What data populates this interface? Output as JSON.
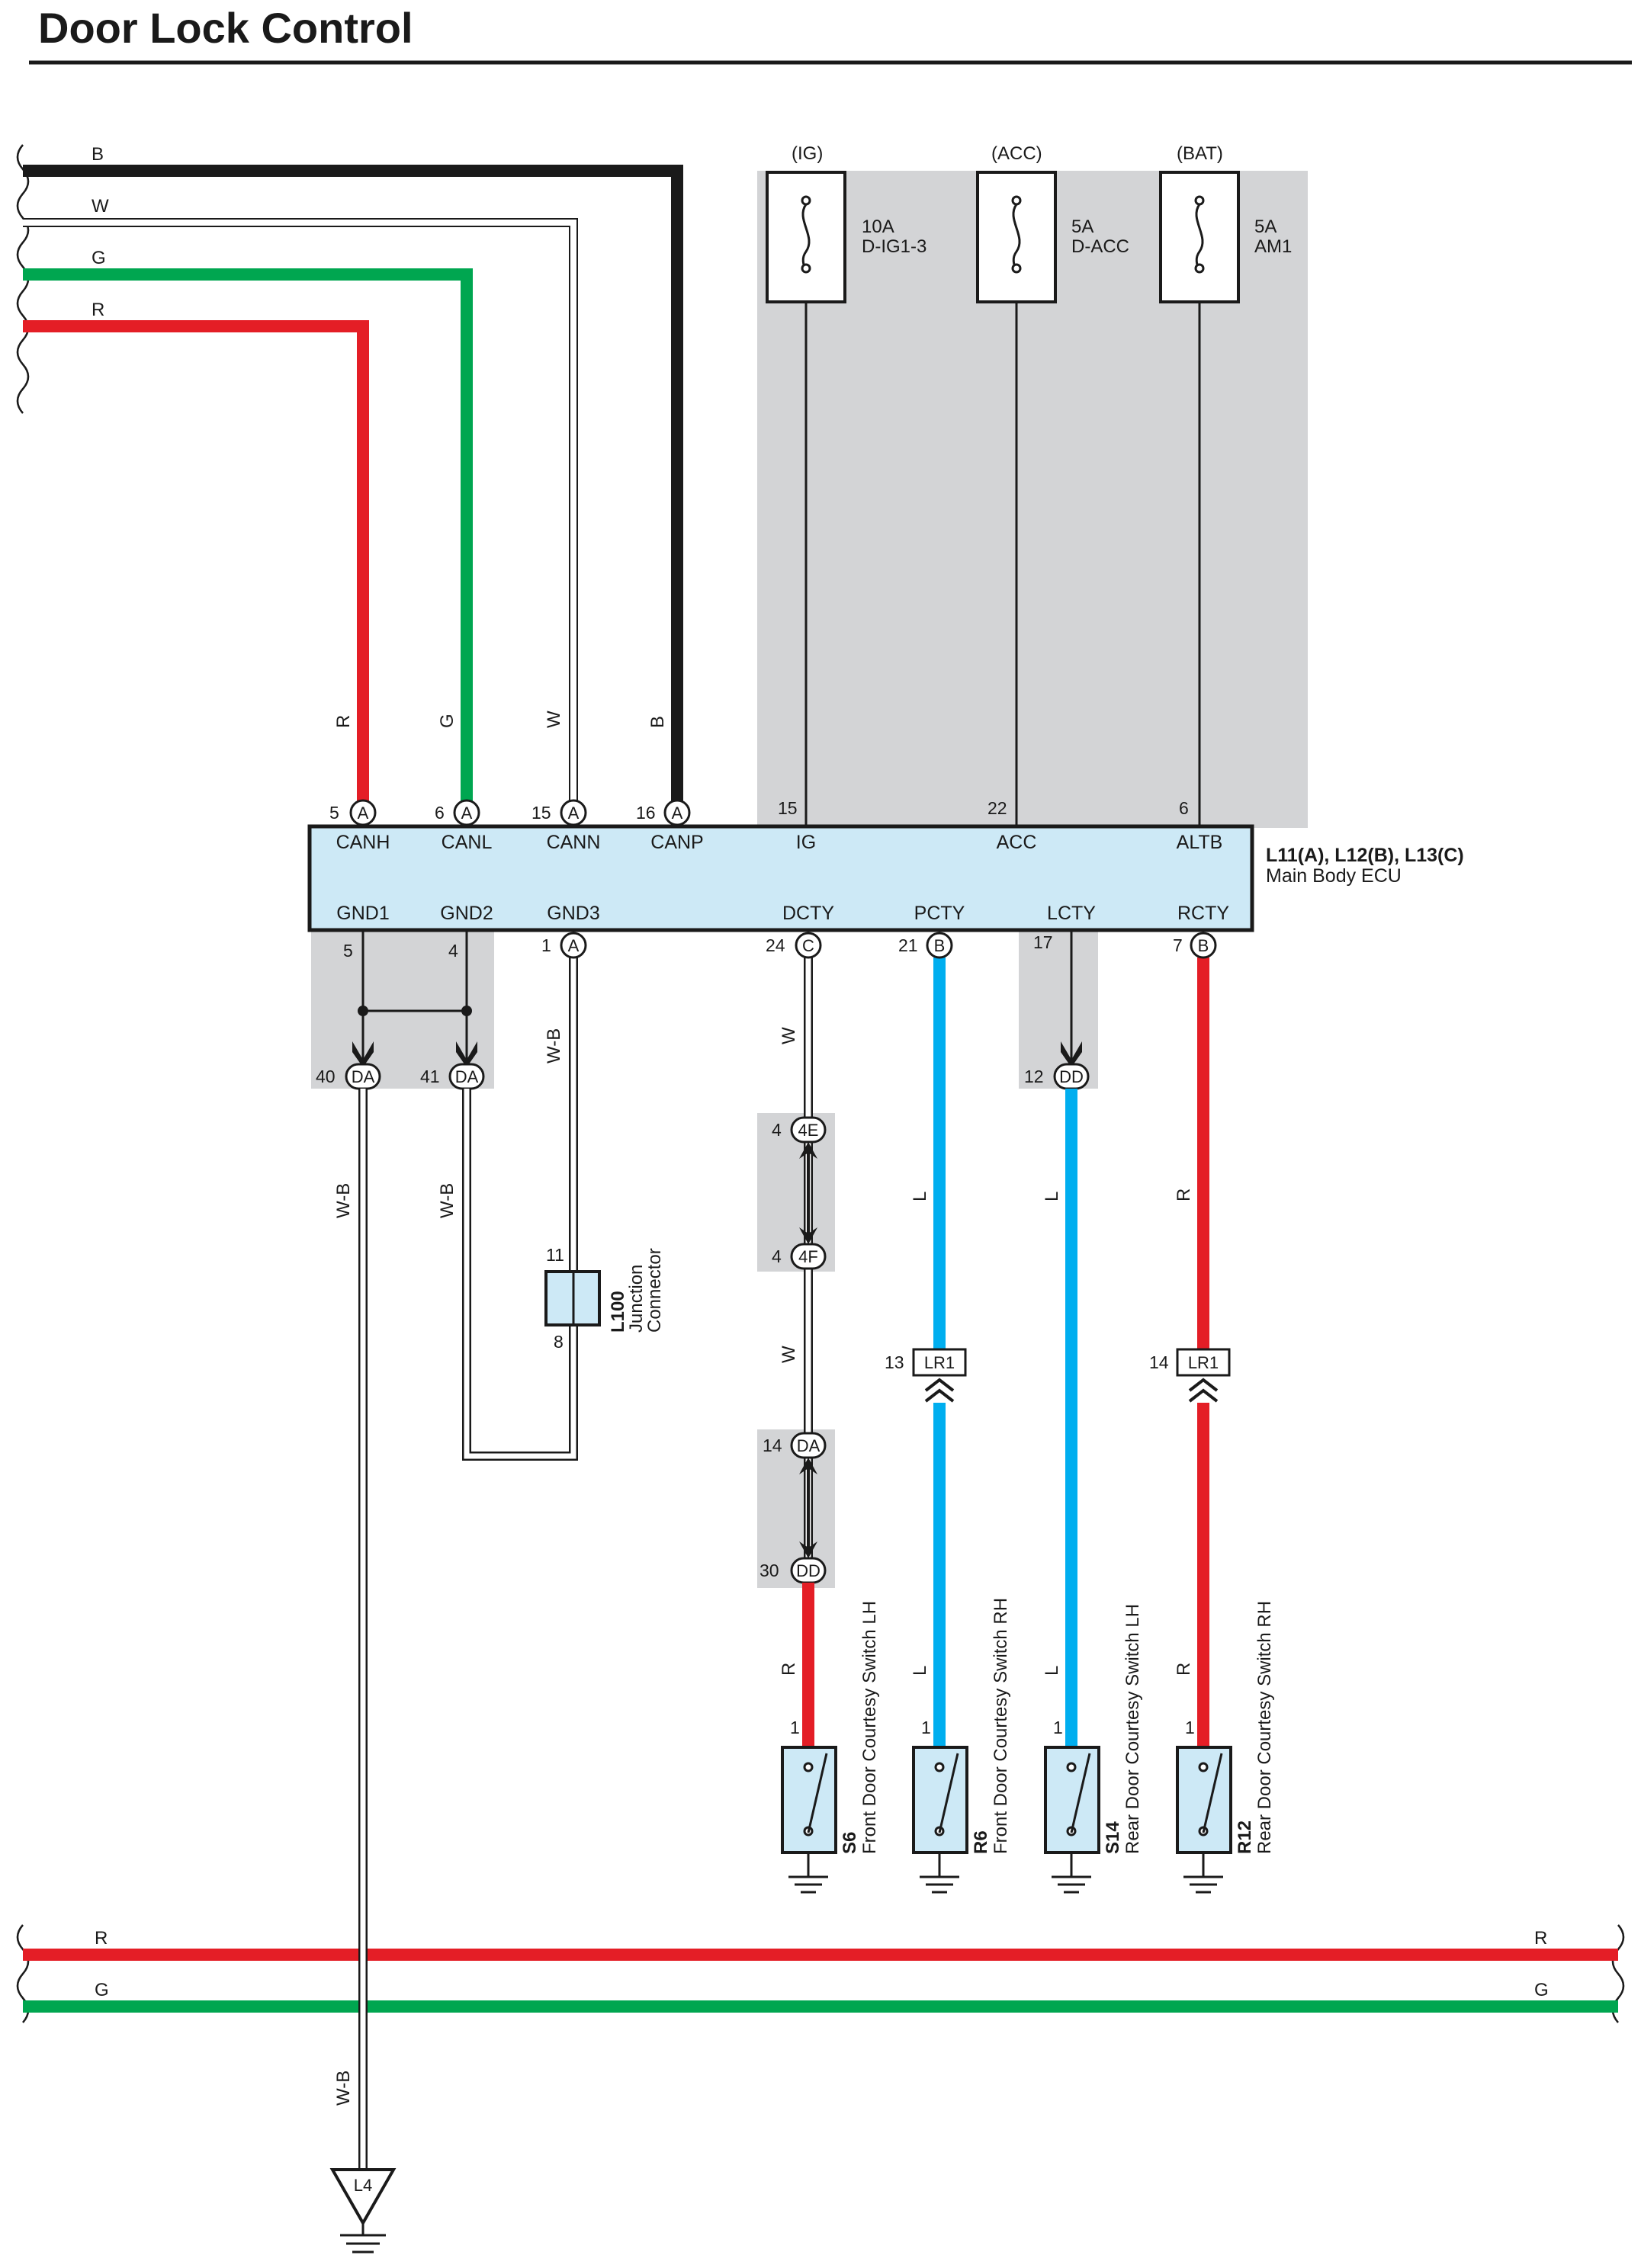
{
  "title": "Door Lock Control",
  "ecu": {
    "label": "L11(A), L12(B), L13(C)",
    "name": "Main Body ECU",
    "top_terminals": [
      "CANH",
      "CANL",
      "CANN",
      "CANP",
      "IG",
      "ACC",
      "ALTB"
    ],
    "bottom_terminals": [
      "GND1",
      "GND2",
      "GND3",
      "DCTY",
      "PCTY",
      "LCTY",
      "RCTY"
    ]
  },
  "pins": {
    "canh": "5",
    "canl": "6",
    "cann": "15",
    "canp": "16",
    "ig": "15",
    "acc": "22",
    "altb": "6",
    "gnd1": "5",
    "gnd2": "4",
    "gnd3": "1",
    "dcty": "24",
    "pcty": "21",
    "lcty": "17",
    "rcty": "7",
    "da40": "40",
    "da41": "41",
    "dd12": "12",
    "e4": "4",
    "f4": "4",
    "da14": "14",
    "dd30": "30",
    "lr1_13": "13",
    "lr1_14": "14",
    "l100_11": "11",
    "l100_8": "8",
    "s6": "1",
    "r6": "1",
    "s14": "1",
    "r12": "1"
  },
  "connectors": {
    "a": "A",
    "b": "B",
    "c": "C",
    "da": "DA",
    "dd": "DD",
    "e4": "4E",
    "f4": "4F",
    "lr1": "LR1",
    "l4": "L4"
  },
  "fuses": [
    {
      "source": "(IG)",
      "amp": "10A",
      "name": "D-IG1-3"
    },
    {
      "source": "(ACC)",
      "amp": "5A",
      "name": "D-ACC"
    },
    {
      "source": "(BAT)",
      "amp": "5A",
      "name": "AM1"
    }
  ],
  "wire_colors": {
    "b": "B",
    "w": "W",
    "g": "G",
    "r": "R",
    "wb": "W-B",
    "l": "L"
  },
  "junction": {
    "code": "L100",
    "line1": "Junction",
    "line2": "Connector"
  },
  "switches": [
    {
      "code": "S6",
      "name": "Front Door Courtesy Switch LH"
    },
    {
      "code": "R6",
      "name": "Front Door Courtesy Switch RH"
    },
    {
      "code": "S14",
      "name": "Rear Door Courtesy Switch LH"
    },
    {
      "code": "R12",
      "name": "Rear Door Courtesy Switch RH"
    }
  ],
  "colors": {
    "black": "#1a1a1a",
    "red": "#e41e26",
    "green": "#00a650",
    "blue": "#00aeef",
    "ecu_fill": "#cde9f6",
    "gray_box": "#d3d4d6"
  }
}
